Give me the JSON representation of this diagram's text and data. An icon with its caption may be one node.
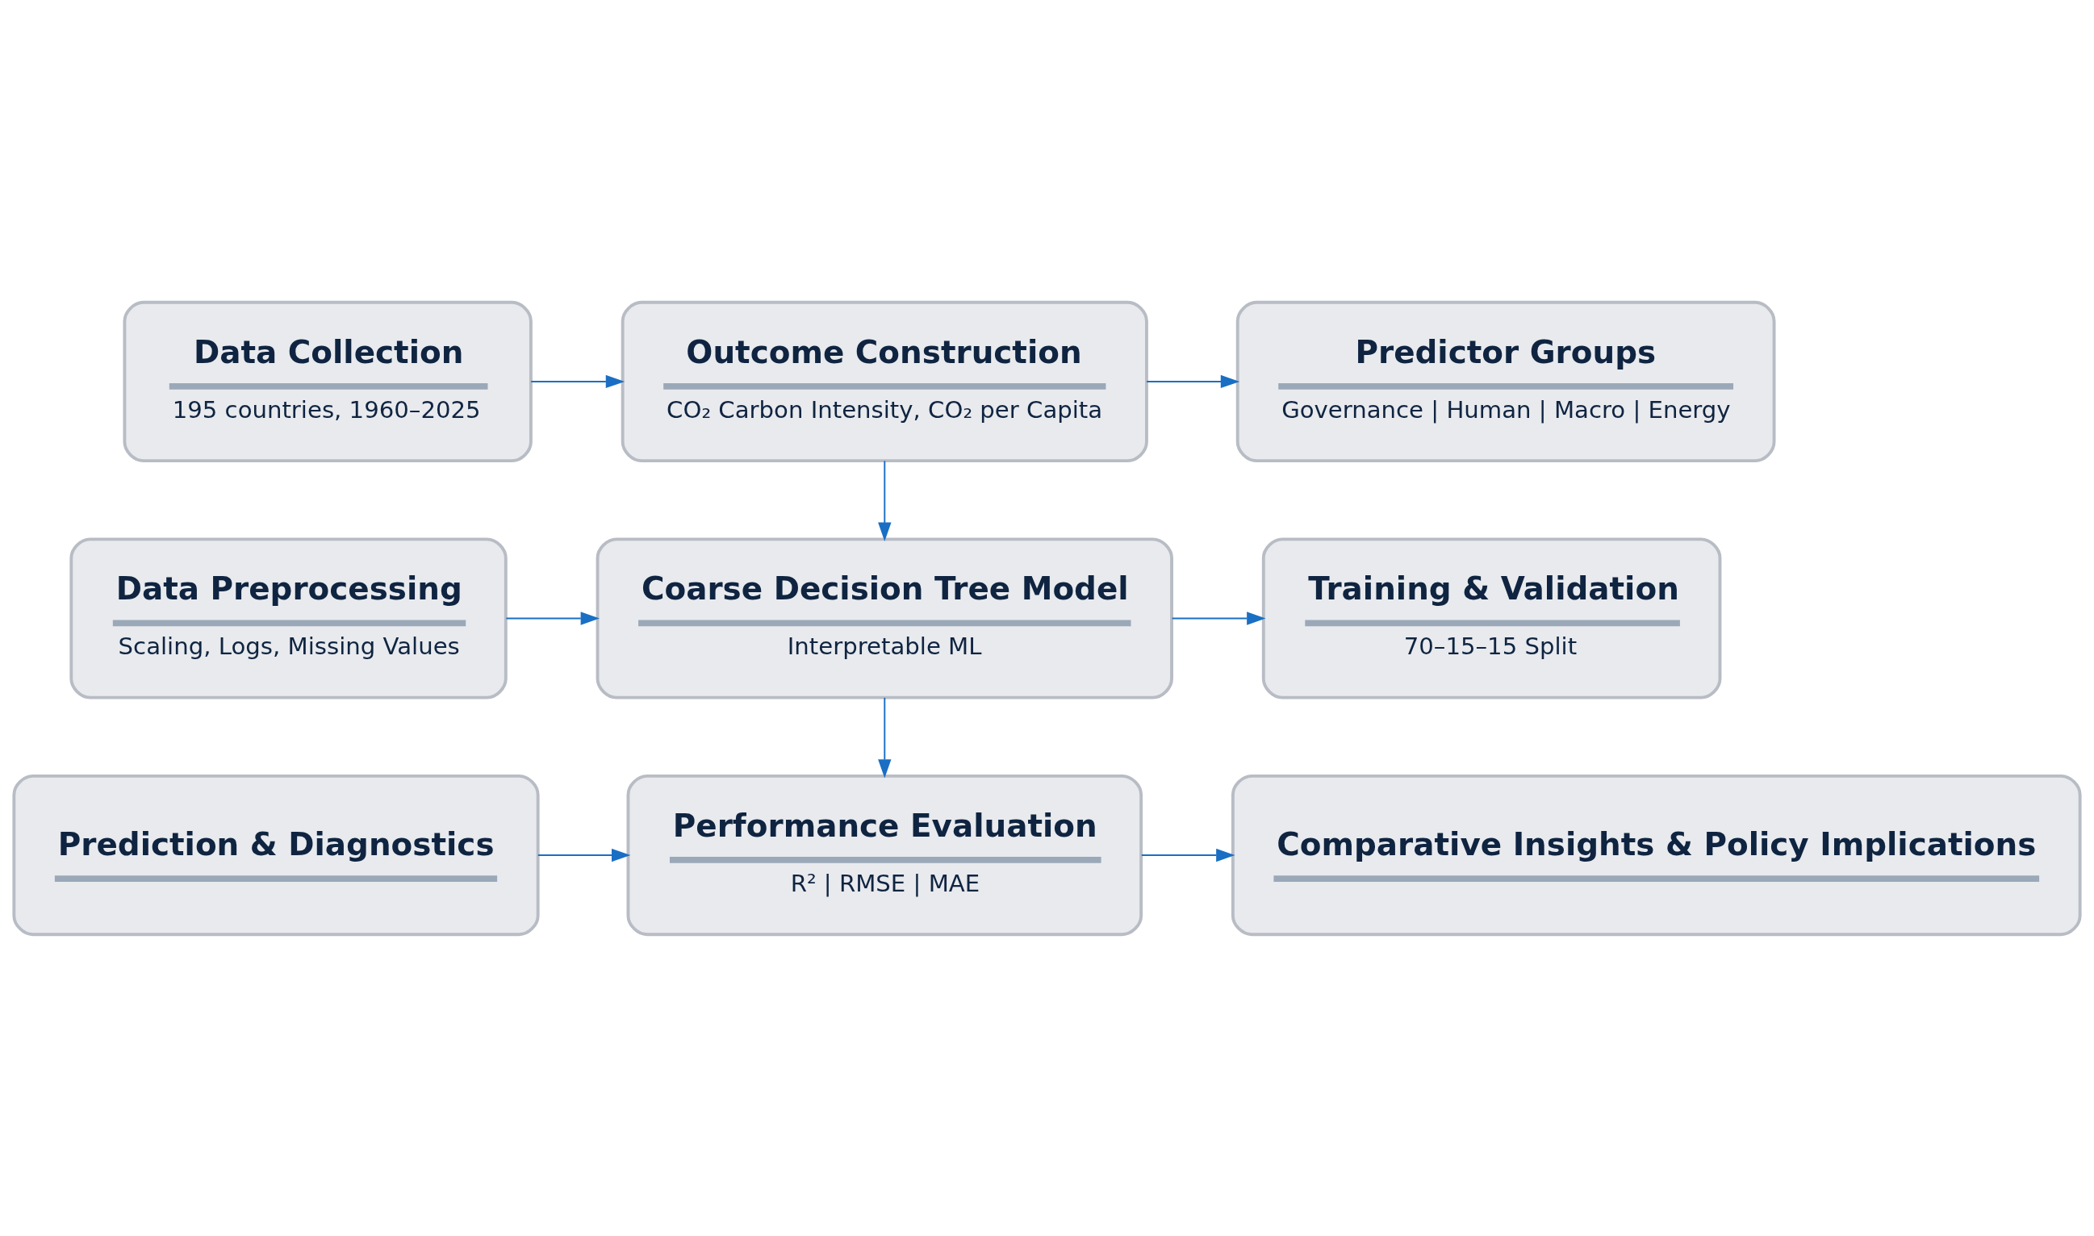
{
  "diagram": {
    "nodes": [
      {
        "text": [
          "Data Collection",
          "195 countries, 1960–2025"
        ]
      },
      {
        "text": [
          "Outcome Construction",
          "CO₂ Carbon Intensity, CO₂ per Capita"
        ]
      },
      {
        "text": [
          "Predictor Groups",
          "Governance | Human | Macro | Energy"
        ]
      },
      {
        "text": [
          "Data Preprocessing",
          "Scaling, Logs, Missing Values"
        ]
      },
      {
        "text": [
          "Coarse Decision Tree Model",
          "Interpretable ML"
        ]
      },
      {
        "text": [
          "Training & Validation",
          "70–15–15 Split"
        ]
      },
      {
        "text": [
          "Prediction & Diagnostics"
        ]
      },
      {
        "text": [
          "Performance Evaluation",
          "R² | RMSE | MAE"
        ]
      },
      {
        "text": [
          "Comparative Insights & Policy Implications"
        ]
      }
    ],
    "edges": [
      {
        "from": 0,
        "to": 1,
        "arrow": "to"
      },
      {
        "from": 1,
        "to": 2,
        "arrow": "to"
      },
      {
        "from": 1,
        "to": 4,
        "arrow": "to"
      },
      {
        "from": 3,
        "to": 4,
        "arrow": "to"
      },
      {
        "from": 4,
        "to": 5,
        "arrow": "to"
      },
      {
        "from": 4,
        "to": 7,
        "arrow": "to"
      },
      {
        "from": 6,
        "to": 7,
        "arrow": "to"
      },
      {
        "from": 7,
        "to": 8,
        "arrow": "to"
      }
    ]
  }
}
